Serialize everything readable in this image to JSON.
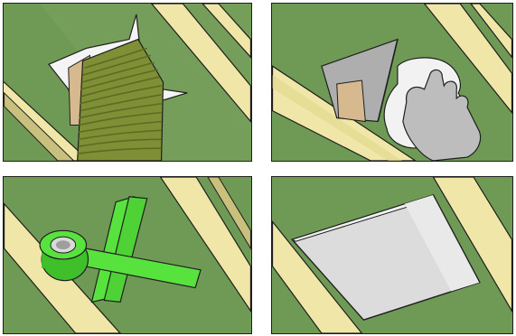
{
  "app": {
    "title": ""
  },
  "colors": {
    "drywall": "#6f9a55",
    "drywall_light": "#87ad6a",
    "joist": "#efe6a8",
    "joist_shadow": "#c9c07e",
    "duct": "#7f8f36",
    "paper": "#d7b98f",
    "tape": "#58e23e",
    "glove": "#bdbdbd",
    "panel_cover": "#dcdcdc",
    "outline": "#1e1e1e"
  },
  "panels": [
    {
      "step": 1,
      "scene": "duct-through-ceiling-hole",
      "icons": [
        "flex-duct-icon",
        "torn-paper-flap-icon"
      ]
    },
    {
      "step": 2,
      "scene": "cut-opening-flaps-and-wipe",
      "icons": [
        "cut-flap-icon",
        "gloved-hand-icon",
        "cloth-icon"
      ]
    },
    {
      "step": 3,
      "scene": "tape-cross-over-hole",
      "icons": [
        "tape-roll-icon",
        "tape-strip-icon"
      ]
    },
    {
      "step": 4,
      "scene": "access-panel-installed",
      "icons": [
        "access-panel-icon"
      ]
    }
  ]
}
